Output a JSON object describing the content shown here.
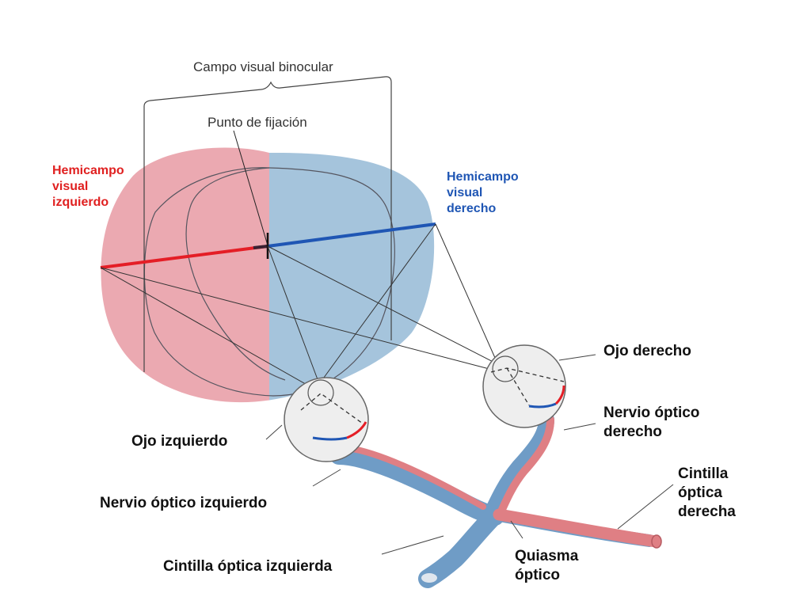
{
  "diagram": {
    "labels": {
      "binocular_field": "Campo visual binocular",
      "fixation_point": "Punto de fijación",
      "left_hemifield": "Hemicampo\nvisual\nizquierdo",
      "right_hemifield": "Hemicampo\nvisual\nderecho",
      "right_eye": "Ojo derecho",
      "right_optic_nerve": "Nervio óptico\nderecho",
      "left_eye": "Ojo izquierdo",
      "right_optic_tract": "Cintilla\nóptica\nderecha",
      "left_optic_nerve": "Nervio óptico izquierdo",
      "optic_chiasm": "Quiasma\nóptico",
      "left_optic_tract": "Cintilla óptica izquierda"
    },
    "colors": {
      "left_field_fill": "#e9a0a8",
      "right_field_fill": "#9dbfd9",
      "red_line": "#e41e26",
      "blue_line": "#1f56b4",
      "left_label": "#e02020",
      "right_label": "#1f56b4",
      "pathway_red": "#df7f84",
      "pathway_blue": "#6f9cc6",
      "eye_fill": "#eeeeee"
    }
  }
}
